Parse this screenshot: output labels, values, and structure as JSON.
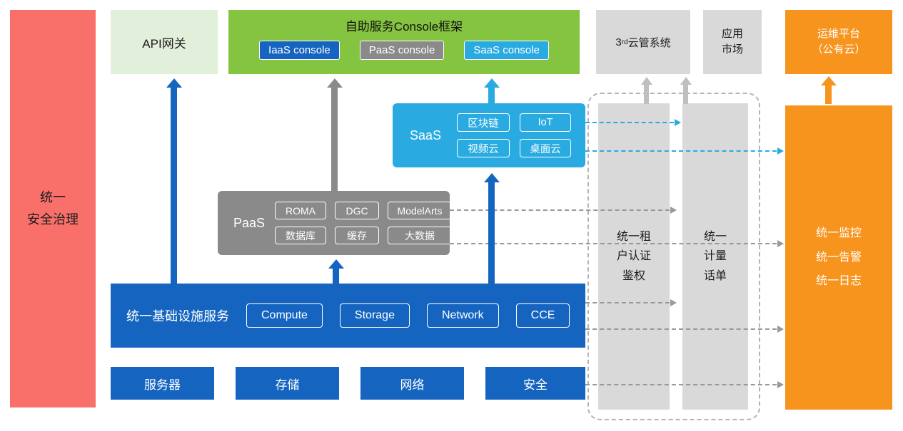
{
  "palette": {
    "red": "#F9706B",
    "light_green": "#E2EFDA",
    "green": "#85C441",
    "blue": "#1565C0",
    "gray": "#8A8A8A",
    "light_gray": "#D9D9D9",
    "cyan": "#29ABE2",
    "orange": "#F7941E",
    "dash_gray": "#999999"
  },
  "security_bar": {
    "label": "统一\n安全治理"
  },
  "top_row": {
    "api_gateway": {
      "label": "API网关"
    },
    "console_frame": {
      "title": "自助服务Console框架",
      "consoles": [
        {
          "label": "IaaS console"
        },
        {
          "label": "PaaS console"
        },
        {
          "label": "SaaS console"
        }
      ]
    },
    "third_party_cloud": {
      "prefix": "3",
      "sup": "rd",
      "label": "云管系统"
    },
    "app_market": {
      "label": "应用\n市场"
    },
    "om_platform": {
      "label": "运维平台\n（公有云）"
    }
  },
  "saas": {
    "label": "SaaS",
    "items": [
      "区块链",
      "IoT",
      "视频云",
      "桌面云"
    ]
  },
  "paas": {
    "label": "PaaS",
    "items": [
      "ROMA",
      "DGC",
      "ModelArts",
      "数据库",
      "缓存",
      "大数据"
    ]
  },
  "iaas": {
    "label": "统一基础设施服务",
    "items": [
      "Compute",
      "Storage",
      "Network",
      "CCE"
    ]
  },
  "hardware": {
    "items": [
      "服务器",
      "存储",
      "网络",
      "安全"
    ]
  },
  "right_column": {
    "tenant_auth": {
      "label": "统一租\n户认证\n鉴权"
    },
    "metering": {
      "label": "统一\n计量\n话单"
    },
    "monitoring": {
      "label": "统一监控\n统一告警\n统一日志"
    }
  }
}
